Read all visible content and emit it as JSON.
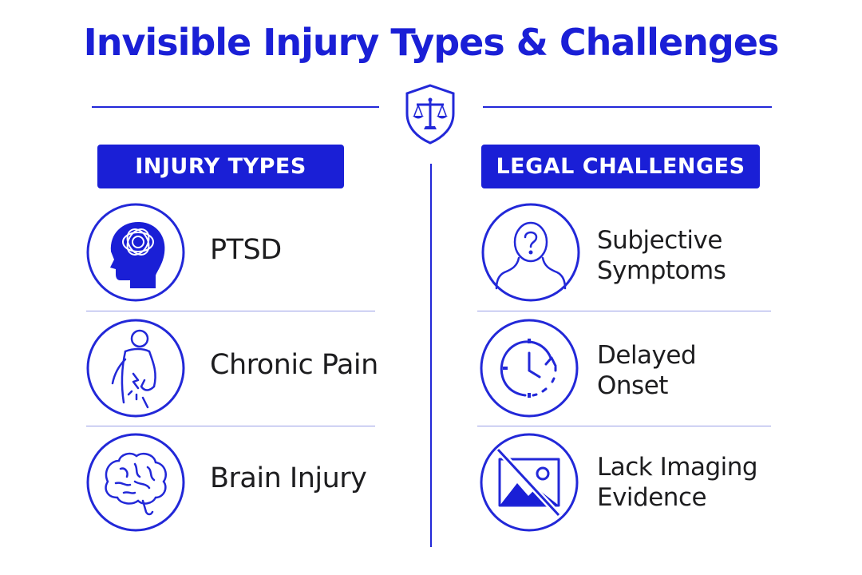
{
  "title": "Invisible Injury Types & Challenges",
  "colors": {
    "accent": "#1a1fd6",
    "text": "#1d1d1f",
    "background": "#ffffff"
  },
  "header_icon": "scales-of-justice-shield-icon",
  "injury_types": {
    "heading": "INJURY TYPES",
    "items": [
      {
        "label": "PTSD",
        "icon": "head-tangled-mind-icon"
      },
      {
        "label": "Chronic Pain",
        "icon": "back-pain-icon"
      },
      {
        "label": "Brain Injury",
        "icon": "brain-icon"
      }
    ]
  },
  "legal_challenges": {
    "heading": "LEGAL CHALLENGES",
    "items": [
      {
        "line1": "Subjective",
        "line2": "Symptoms",
        "icon": "person-question-icon"
      },
      {
        "line1": "Delayed",
        "line2": "Onset",
        "icon": "clock-delay-icon"
      },
      {
        "line1": "Lack Imaging",
        "line2": "Evidence",
        "icon": "no-image-icon"
      }
    ]
  }
}
